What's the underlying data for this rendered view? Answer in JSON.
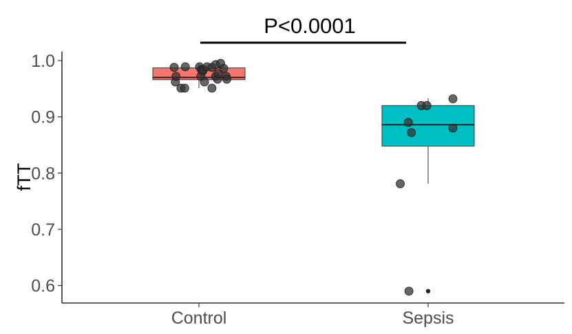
{
  "chart_data": {
    "type": "box",
    "ylabel": "fTT",
    "xlabel": "",
    "ylim": [
      0.57,
      1.015
    ],
    "yticks": [
      "0.6",
      "0.7",
      "0.8",
      "0.9",
      "1.0"
    ],
    "yticks_values": [
      0.6,
      0.7,
      0.8,
      0.9,
      1.0
    ],
    "grid": false,
    "legend": "none",
    "annotation": "P<0.0001",
    "groups": [
      {
        "label": "Control",
        "color": "#F8766D",
        "box": {
          "whisker_low": 0.951,
          "q1": 0.966,
          "median": 0.97,
          "q3": 0.987,
          "whisker_high": 0.995
        },
        "outliers": [],
        "points": [
          {
            "x": -0.4,
            "y": 0.988
          },
          {
            "x": -0.38,
            "y": 0.962
          },
          {
            "x": -0.37,
            "y": 0.972
          },
          {
            "x": -0.29,
            "y": 0.951
          },
          {
            "x": -0.23,
            "y": 0.951
          },
          {
            "x": -0.22,
            "y": 0.989
          },
          {
            "x": 0.01,
            "y": 0.989
          },
          {
            "x": 0.03,
            "y": 0.972
          },
          {
            "x": 0.04,
            "y": 0.984
          },
          {
            "x": 0.06,
            "y": 0.981
          },
          {
            "x": 0.07,
            "y": 0.984
          },
          {
            "x": 0.09,
            "y": 0.962
          },
          {
            "x": 0.13,
            "y": 0.989
          },
          {
            "x": 0.21,
            "y": 0.988
          },
          {
            "x": 0.21,
            "y": 0.951
          },
          {
            "x": 0.27,
            "y": 0.993
          },
          {
            "x": 0.27,
            "y": 0.972
          },
          {
            "x": 0.3,
            "y": 0.967
          },
          {
            "x": 0.31,
            "y": 0.977
          },
          {
            "x": 0.35,
            "y": 0.995
          },
          {
            "x": 0.4,
            "y": 0.986
          },
          {
            "x": 0.44,
            "y": 0.972
          },
          {
            "x": 0.45,
            "y": 0.967
          }
        ]
      },
      {
        "label": "Sepsis",
        "color": "#00BFC4",
        "box": {
          "whisker_low": 0.781,
          "q1": 0.848,
          "median": 0.886,
          "q3": 0.92,
          "whisker_high": 0.933
        },
        "outliers": [
          0.59
        ],
        "points": [
          {
            "x": -0.45,
            "y": 0.781
          },
          {
            "x": -0.32,
            "y": 0.89
          },
          {
            "x": -0.27,
            "y": 0.872
          },
          {
            "x": -0.11,
            "y": 0.92
          },
          {
            "x": -0.02,
            "y": 0.92
          },
          {
            "x": 0.4,
            "y": 0.932
          },
          {
            "x": 0.4,
            "y": 0.88
          },
          {
            "x": -0.31,
            "y": 0.59
          }
        ]
      }
    ]
  }
}
